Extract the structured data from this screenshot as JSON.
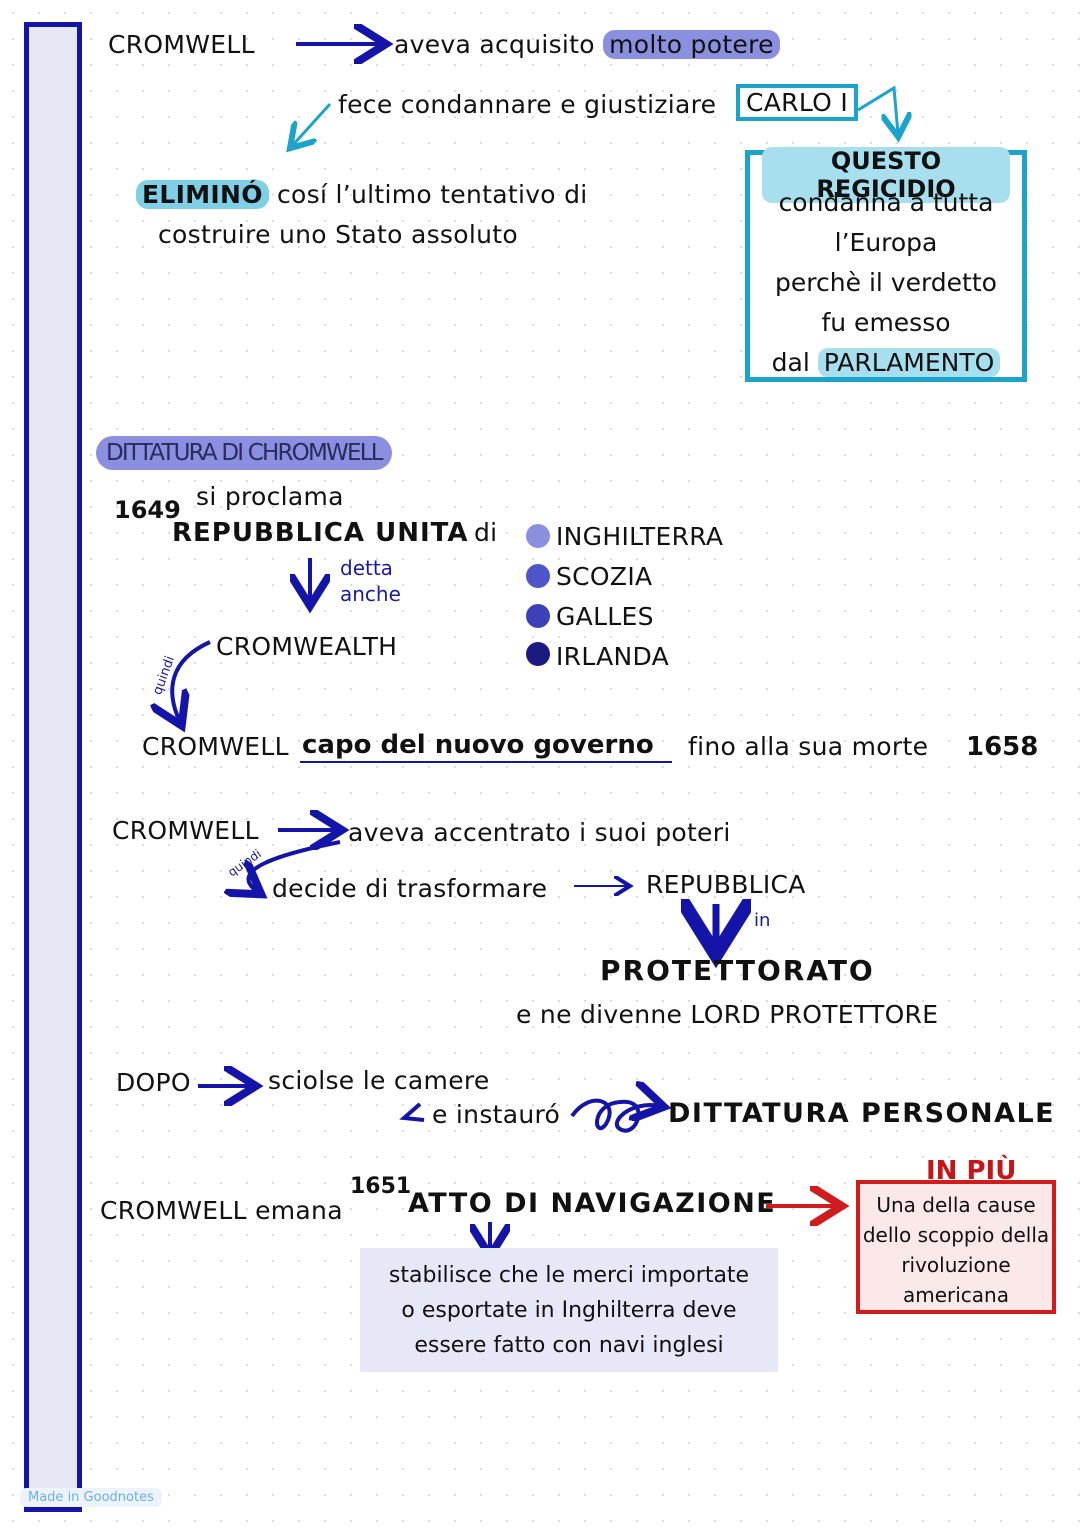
{
  "top": {
    "cromwell": "CROMWELL",
    "acquisito_pre": "aveva acquisito ",
    "acquisito_hl": "molto potere",
    "condanna_text": "fece condannare e giustiziare",
    "carlo": "CARLO I",
    "elimino_hl": "ELIMINÓ",
    "elimino_rest": " cosí l’ultimo tentativo di",
    "elimino_line2": "costruire uno Stato assoluto",
    "regicidio_title": "QUESTO REGICIDIO",
    "regicidio_lines": [
      "condanna a tutta",
      "l’Europa",
      "perchè il verdetto",
      "fu emesso"
    ],
    "regicidio_last_pre": "dal ",
    "regicidio_last_hl": "PARLAMENTO"
  },
  "dittatura": {
    "heading": "DITTATURA DI CHROMWELL",
    "year_1649": "1649",
    "si_proclama": "si proclama",
    "repubblica_unita": "REPUBBLICA UNITA",
    "di": "di",
    "detta": "detta",
    "anche": "anche",
    "cromwealth": "CROMWEALTH",
    "quindi": "quindi",
    "nations": [
      {
        "label": "INGHILTERRA",
        "color": "#8a8fe0"
      },
      {
        "label": "SCOZIA",
        "color": "#4f54c8"
      },
      {
        "label": "GALLES",
        "color": "#3c41b8"
      },
      {
        "label": "IRLANDA",
        "color": "#1a1a80"
      }
    ],
    "cromwell": "CROMWELL",
    "capo": "capo del nuovo governo",
    "fino": "fino alla sua morte",
    "year_1658": "1658"
  },
  "protettorato": {
    "cromwell": "CROMWELL",
    "accentrato": "aveva accentrato i suoi poteri",
    "quindi": "quindi",
    "decide": "decide di trasformare",
    "repubblica": "REPUBBLICA",
    "in": "in",
    "protettorato": "PROTETTORATO",
    "lord": "e ne divenne LORD PROTETTORE"
  },
  "dopo": {
    "dopo": "DOPO",
    "sciolse": "sciolse le camere",
    "instauro": "e instauró",
    "dittatura": "DITTATURA PERSONALE"
  },
  "atto": {
    "emana": "CROMWELL emana",
    "year_1651": "1651",
    "atto": "ATTO DI NAVIGAZIONE",
    "note": [
      "stabilisce che le merci importate",
      "o esportate in Inghilterra deve",
      "essere fatto con navi inglesi"
    ],
    "in_piu": "IN PIÙ",
    "red_note": [
      "Una della cause",
      "dello scoppio della",
      "rivoluzione",
      "americana"
    ]
  },
  "watermark": "Made in Goodnotes"
}
